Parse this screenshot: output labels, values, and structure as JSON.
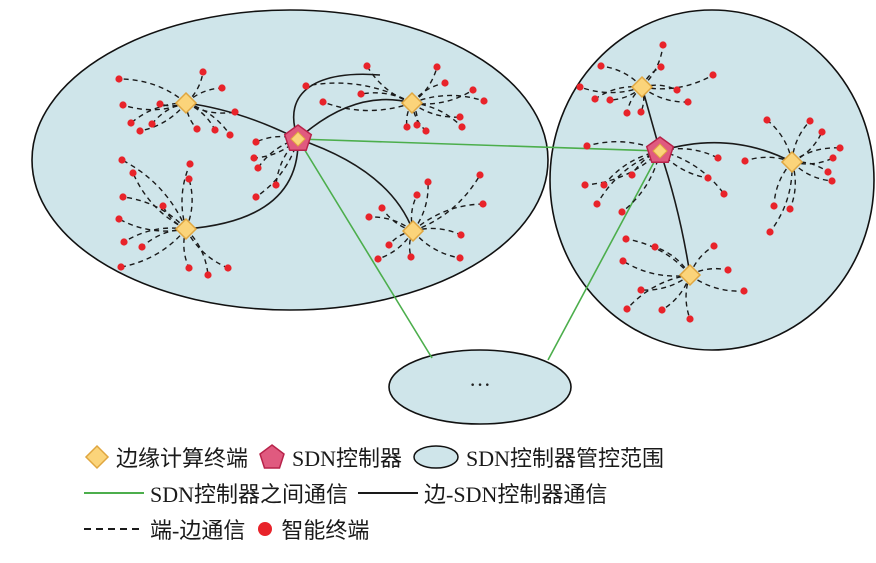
{
  "colors": {
    "region_fill": "#cfe5ea",
    "region_stroke": "#111111",
    "green_link": "#4cae4c",
    "solid_link": "#1a1a1a",
    "dashed_link": "#1a1a1a",
    "terminal": "#e8232a",
    "edge_node_fill": "#fbd47a",
    "edge_node_stroke": "#e0a640",
    "controller_fill": "#e05a7f",
    "controller_stroke": "#b8234a"
  },
  "diagram": {
    "ellipsis_label": "···"
  },
  "legend": {
    "edge_device": "边缘计算终端",
    "controller": "SDN控制器",
    "control_range": "SDN控制器管控范围",
    "inter_controller": "SDN控制器之间通信",
    "edge_controller": "边-SDN控制器通信",
    "terminal_edge": "端-边通信",
    "smart_terminal": "智能终端"
  }
}
